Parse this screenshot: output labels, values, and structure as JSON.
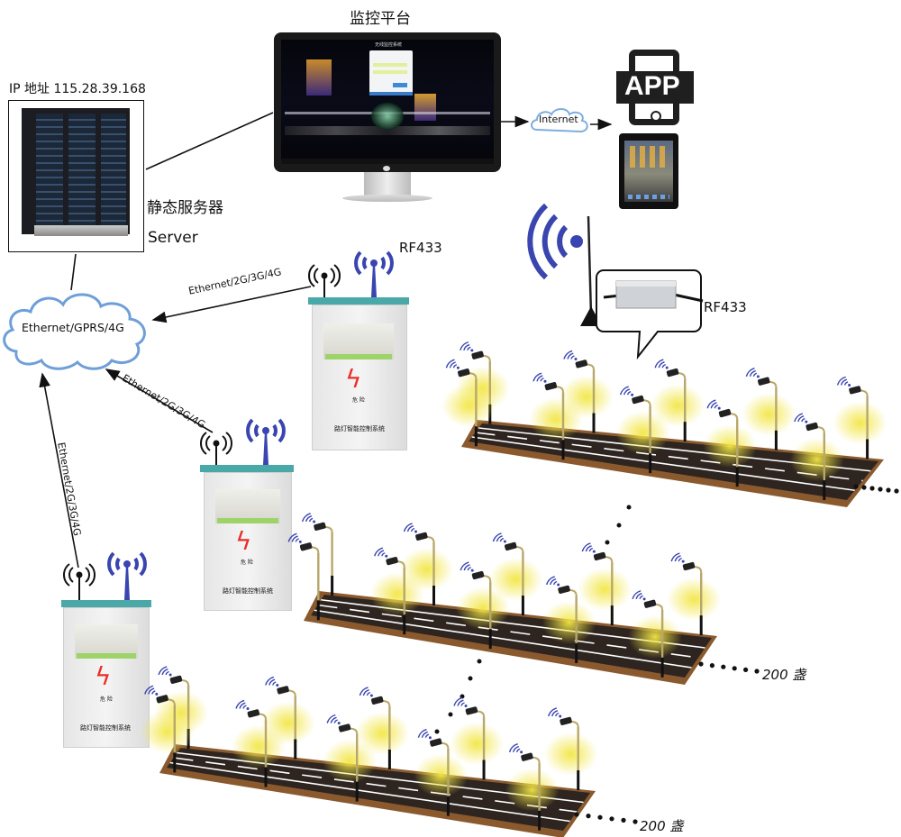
{
  "diagram": {
    "title": "Smart street-light wireless control system topology",
    "monitor_platform": {
      "label": "监控平台",
      "screen_title": "无线监控系统"
    },
    "server": {
      "ip_label": "IP 地址 115.28.39.168",
      "label_cn": "静态服务器",
      "label_en": "Server"
    },
    "internet_cloud": {
      "label": "Internet"
    },
    "network_cloud": {
      "label": "Ethernet/GPRS/4G"
    },
    "clients": {
      "app_label": "APP",
      "tablet": "tablet"
    },
    "links": {
      "cabinet1_link": "Ethernet/2G/3G/4G",
      "cabinet2_link": "Ethernet/2G/3G/4G",
      "cabinet3_link": "Ethernet/2G/3G/4G"
    },
    "cabinets": [
      {
        "rf_label": "RF433",
        "door_text": "路灯智能控制系统",
        "warning_text": "危 险"
      },
      {
        "door_text": "路灯智能控制系统",
        "warning_text": "危 险"
      },
      {
        "door_text": "路灯智能控制系统",
        "warning_text": "危 险"
      }
    ],
    "rf_node": {
      "label": "RF433"
    },
    "roads": [
      {
        "count_label": ""
      },
      {
        "count_label": "200 盏"
      },
      {
        "count_label": "200 盏"
      }
    ],
    "colors": {
      "wifi_blue": "#3a45b0",
      "cabinet_roof": "#4aa9a8",
      "lightning": "#e8302a",
      "lamp_glow": "#f2e646",
      "road": "#2e2520",
      "soil": "#8a5a2e",
      "cloud_edge": "#6f9fd8"
    }
  }
}
